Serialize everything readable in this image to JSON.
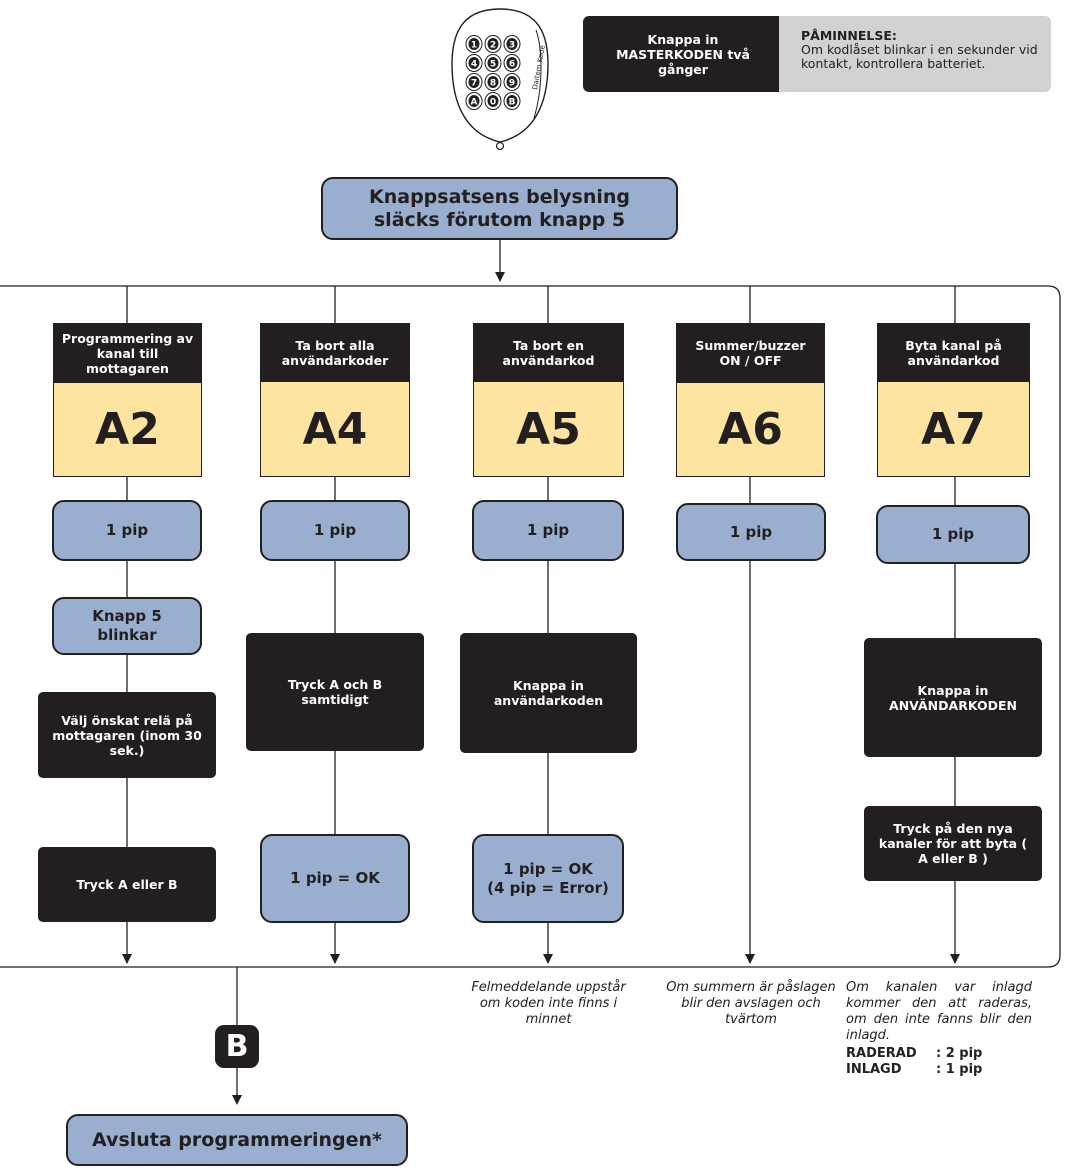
{
  "header": {
    "keypad_brand": "Daitem Kode",
    "keypad_keys": [
      "1",
      "2",
      "3",
      "4",
      "5",
      "6",
      "7",
      "8",
      "9",
      "A",
      "0",
      "B"
    ],
    "instruction": "Knappa in MASTERKODEN två gånger",
    "reminder_title": "PÅMINNELSE:",
    "reminder_text": "Om kodlåset blinkar i en sekunder vid kontakt, kontrollera batteriet."
  },
  "top_box": "Knappsatsens belysning släcks förutom knapp 5",
  "columns": [
    {
      "title": "Programmering av kanal till mottagaren",
      "code": "A2",
      "steps": [
        "1 pip",
        "Knapp 5 blinkar",
        "Välj önskat relä på mottagaren (inom 30 sek.)",
        "Tryck A eller B"
      ]
    },
    {
      "title": "Ta bort alla användarkoder",
      "code": "A4",
      "steps": [
        "1 pip",
        "Tryck A och B samtidigt",
        "1 pip = OK"
      ]
    },
    {
      "title": "Ta bort en användarkod",
      "code": "A5",
      "steps": [
        "1 pip",
        "Knappa in användarkoden",
        "1 pip = OK",
        "(4 pip = Error)"
      ],
      "note": "Felmeddelande uppstår om koden inte finns i minnet"
    },
    {
      "title": "Summer/buzzer ON / OFF",
      "code": "A6",
      "steps": [
        "1 pip"
      ],
      "note": "Om summern är påslagen blir den avslagen och tvärtom"
    },
    {
      "title": "Byta kanal på användarkod",
      "code": "A7",
      "steps": [
        "1 pip",
        "Knappa in ANVÄNDARKODEN",
        "Tryck på den nya kanaler för att byta ( A eller B )"
      ],
      "note": "Om kanalen var inlagd kommer den att raderas, om den inte fanns blir den inlagd.",
      "result_lines": [
        {
          "label": "RADERAD",
          "value": ": 2 pip"
        },
        {
          "label": "INLAGD",
          "value": ": 1 pip"
        }
      ]
    }
  ],
  "connector": "B",
  "end_box": "Avsluta programmeringen*",
  "colors": {
    "dark": "#231f20",
    "blue": "#9aafd0",
    "yellow": "#fde4a0",
    "grey": "#d2d2d3"
  }
}
